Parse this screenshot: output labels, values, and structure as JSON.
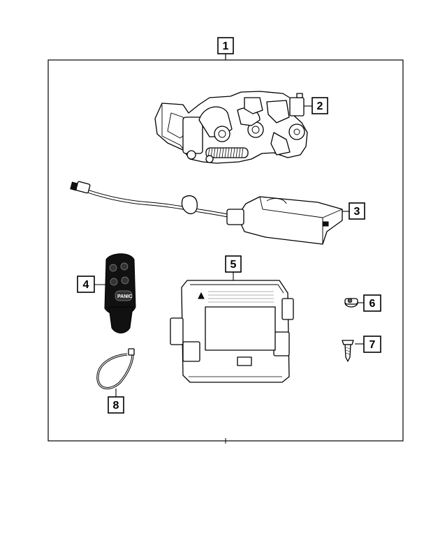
{
  "callouts": [
    {
      "number": "1"
    },
    {
      "number": "2"
    },
    {
      "number": "3"
    },
    {
      "number": "4"
    },
    {
      "number": "5"
    },
    {
      "number": "6"
    },
    {
      "number": "7"
    },
    {
      "number": "8"
    }
  ],
  "key_fob": {
    "panic_label": "PANIC"
  }
}
